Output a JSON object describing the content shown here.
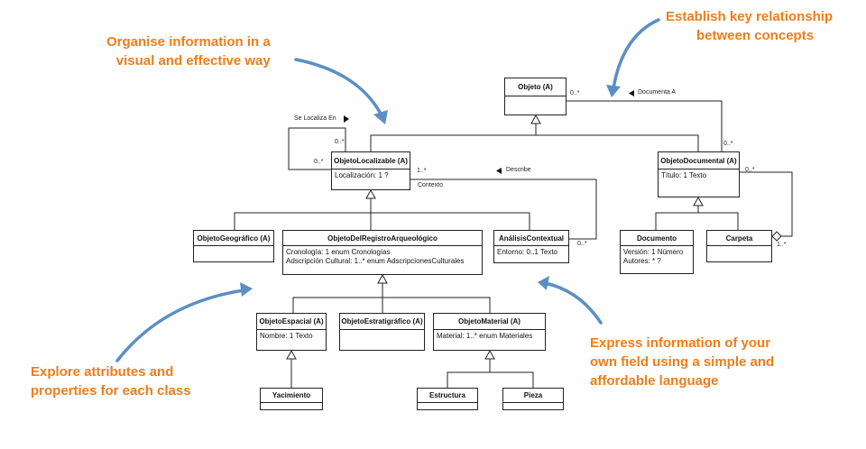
{
  "callouts": {
    "top_left": [
      "Organise information in a",
      "visual and effective way"
    ],
    "top_right": [
      "Establish key relationship",
      "between concepts"
    ],
    "bottom_left": [
      "Explore attributes and",
      "properties for each class"
    ],
    "bottom_right": [
      "Express information of your",
      "own field using a simple and",
      "affordable language"
    ]
  },
  "classes": {
    "objeto": {
      "name": "Objeto (A)"
    },
    "localizable": {
      "name": "ObjetoLocalizable (A)",
      "attrs": [
        "Localización: 1 ?"
      ]
    },
    "documental": {
      "name": "ObjetoDocumental (A)",
      "attrs": [
        "Título: 1 Texto"
      ]
    },
    "geografico": {
      "name": "ObjetoGeográfico (A)"
    },
    "registro": {
      "name": "ObjetoDelRegistroArqueológico",
      "attrs": [
        "Cronología: 1 enum Cronologías",
        "Adscripción Cultural: 1..* enum AdscripcionesCulturales"
      ]
    },
    "analisis": {
      "name": "AnálisisContextual",
      "attrs": [
        "Entorno: 0..1 Texto"
      ]
    },
    "documento": {
      "name": "Documento",
      "attrs": [
        "Versión: 1 Número",
        "Autores: * ?"
      ]
    },
    "carpeta": {
      "name": "Carpeta"
    },
    "espacial": {
      "name": "ObjetoEspacial (A)",
      "attrs": [
        "Nombre: 1 Texto"
      ]
    },
    "estratigrafico": {
      "name": "ObjetoEstratigráfico (A)"
    },
    "material": {
      "name": "ObjetoMaterial (A)",
      "attrs": [
        "Material: 1..* enum Materiales"
      ]
    },
    "yacimiento": {
      "name": "Yacimiento"
    },
    "estructura": {
      "name": "Estructura"
    },
    "pieza": {
      "name": "Pieza"
    }
  },
  "labels": {
    "se_localiza_en": "Se Localiza En",
    "documenta_a": "Documenta A",
    "describe": "Describe",
    "contexto": "Contexto",
    "m_self_top": "0..*",
    "m_self_left": "0..*",
    "m_objeto_doc": "0..*",
    "m_doc_objeto": "0..*",
    "m_loc_describe": "1..*",
    "m_analisis": "0..*",
    "m_docum_carpeta": "0..*",
    "m_carpeta": "1..*"
  },
  "colors": {
    "callout": "#f07c1a",
    "arrow": "#5b8ec4",
    "line": "#222222"
  }
}
